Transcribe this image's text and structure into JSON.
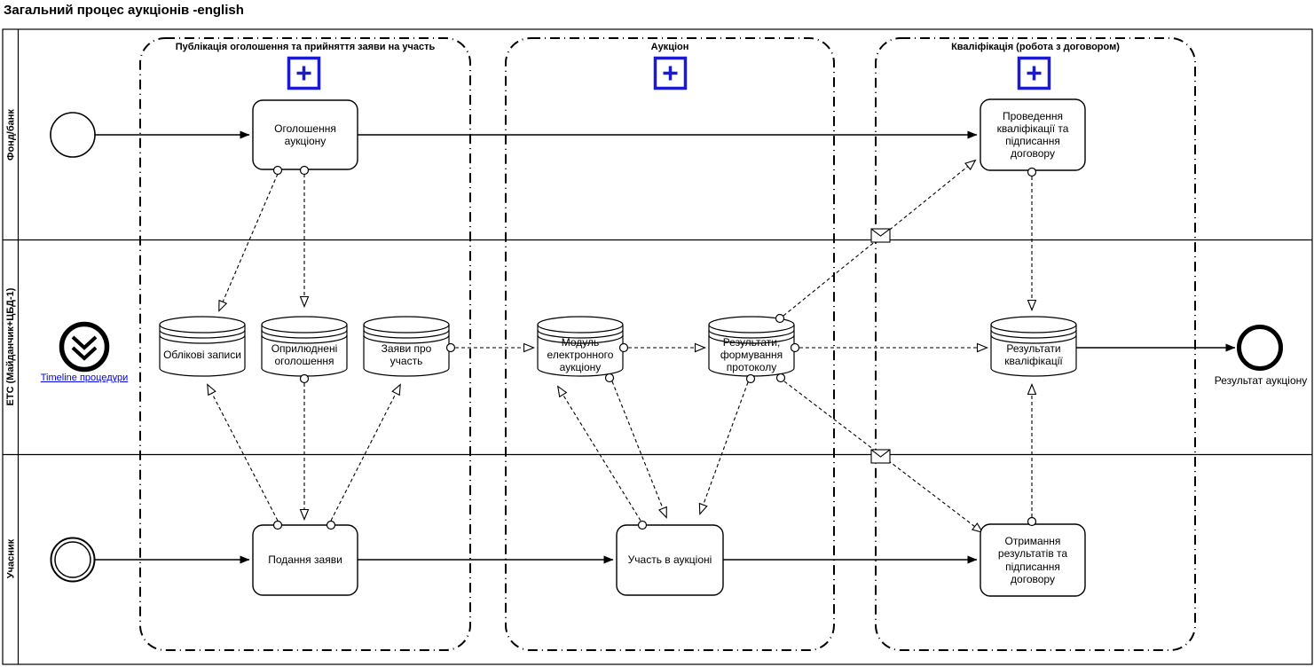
{
  "title": "Загальний процес аукціонів -english",
  "colors": {
    "diagram_stroke": "#000000",
    "subprocess_plus_blue": "#1a1ad1",
    "link_blue": "#0000ee",
    "background": "#ffffff"
  },
  "icons": {
    "subprocess_marker": "plus-in-square",
    "message_flow": "envelope",
    "timeline_event": "double-chevron-down-in-circle"
  },
  "pool": {
    "lanes": [
      {
        "label": "Фонд/банк"
      },
      {
        "label": "ЕТС (Майданчик+ЦБД-1)"
      },
      {
        "label": "Учасник"
      }
    ]
  },
  "groups": [
    {
      "label": "Публікація оголошення та прийняття заяви на участь"
    },
    {
      "label": "Аукціон"
    },
    {
      "label": "Кваліфікація (робота з договором)"
    }
  ],
  "tasks": {
    "announce": {
      "label": "Оголошення аукціону"
    },
    "qualify": {
      "label": "Проведення кваліфікації та підписання договору"
    },
    "apply": {
      "label": "Подання заяви"
    },
    "participate": {
      "label": "Участь в аукціоні"
    },
    "receive": {
      "label": "Отримання результатів та підписання договору"
    }
  },
  "datastores": [
    {
      "label": "Облікові записи"
    },
    {
      "label": "Оприлюднені оголошення"
    },
    {
      "label": "Заяви про участь"
    },
    {
      "label": "Модуль електронного аукціону"
    },
    {
      "label": "Результати, формування протоколу"
    },
    {
      "label": "Результати кваліфікації"
    }
  ],
  "events": {
    "end_label": "Результат аукціону"
  },
  "timeline_link": {
    "label": "Timeline процедури"
  }
}
